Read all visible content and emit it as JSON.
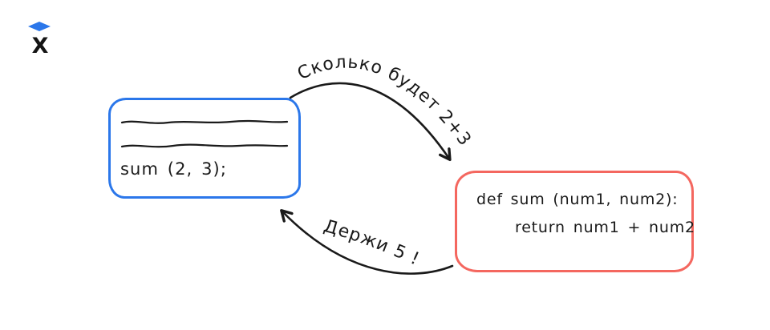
{
  "logo": {
    "letter": "X",
    "letter_color": "#141414",
    "cap_color": "#2b77ea"
  },
  "caller_box": {
    "border_color": "#2b77ea",
    "redacted_lines": 2,
    "code": "sum (2, 3);"
  },
  "function_box": {
    "border_color": "#f4675f",
    "def_line": "def sum (num1, num2):",
    "return_line": "return num1 + num2"
  },
  "flow": {
    "ink_color": "#1a1a1a",
    "call_label": "Сколько будет 2+3 ?",
    "return_label": "Держи 5 !"
  }
}
